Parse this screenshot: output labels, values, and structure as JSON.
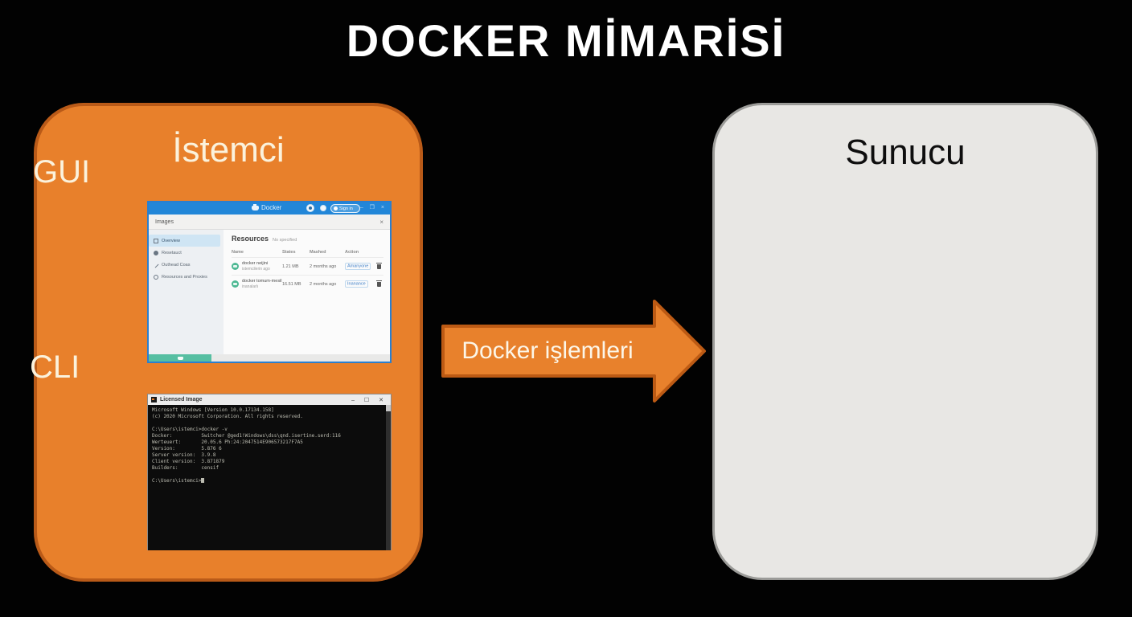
{
  "page_title": "DOCKER MİMARİSİ",
  "client_box": {
    "title": "İstemci",
    "gui_label": "GUI",
    "cli_label": "CLI"
  },
  "server_box": {
    "title": "Sunucu"
  },
  "arrow": {
    "label": "Docker işlemleri"
  },
  "gui_window": {
    "app_name": "Docker",
    "signin_label": "Sign in",
    "window_controls": "– ❐ ×",
    "panel_title": "Images",
    "panel_close": "×",
    "sidebar_items": [
      {
        "label": "Overview"
      },
      {
        "label": "Resetauct"
      },
      {
        "label": "Outhead Coas"
      },
      {
        "label": "Resources and Proxies"
      }
    ],
    "heading": "Resources",
    "heading_note": "No specified",
    "columns": {
      "name": "Name",
      "size": "States",
      "age": "Mashed",
      "action": "Action"
    },
    "rows": [
      {
        "name": "docker neijini",
        "sub": "istemcilerin ago",
        "size": "1.21 MB",
        "age": "2 months ago",
        "action": "Amanyone"
      },
      {
        "name": "docker tomum-mesil",
        "sub": "inanalarlı",
        "size": "16.51 MB",
        "age": "2 months ago",
        "action": "Inanance"
      }
    ]
  },
  "cli_window": {
    "title": "Licensed Image",
    "window_controls": "–  ☐  ✕",
    "lines": [
      "Microsoft Windows [Version 10.0.17134.158]",
      "(c) 2020 Microsoft Corporation. All rights reserved.",
      "",
      "C:\\Users\\istemci>docker -v",
      "Docker:          Switcher @ged1!Windows\\dss\\qnd.isertine.serd:116",
      "Werteuert:       20.05.6 Ph:24:2047514E906573217F7A5",
      "Version:         5.876 6",
      "Server version:  3.9.8",
      "Client version:  3.871879",
      "Builders:        censif",
      "",
      "C:\\Users\\istemci>"
    ]
  },
  "icons": {
    "whale-icon": "docker whale (css shape)",
    "gear-circle-icon": "titlebar round button",
    "bug-circle-icon": "titlebar round button",
    "grid-icon": "sidebar item glyph",
    "circle-icon": "sidebar item glyph",
    "wrench-icon": "sidebar item glyph",
    "gear-icon": "sidebar item glyph",
    "whale-badge-icon": "green image badge",
    "trash-icon": "row delete",
    "cmd-icon": "terminal window icon"
  },
  "colors": {
    "background": "#020202",
    "client_fill": "#E8802B",
    "client_border": "#B95A18",
    "server_fill": "#E8E7E4",
    "server_border": "#9B9B98",
    "arrow_fill": "#E8812C",
    "arrow_border": "#BC5A14",
    "gui_titlebar_blue": "#2286D8",
    "status_teal": "#56BFA2",
    "link_blue": "#3C7EC8",
    "terminal_text": "#BDBDB2"
  }
}
